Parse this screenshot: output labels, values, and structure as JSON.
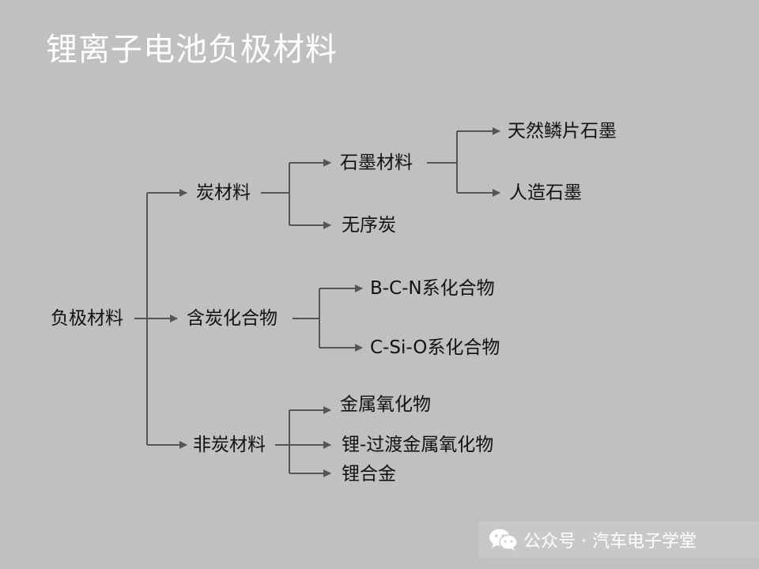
{
  "title": "锂离子电池负极材料",
  "root": "负极材料",
  "level1": [
    "炭材料",
    "含炭化合物",
    "非炭材料"
  ],
  "carbon_children": [
    "石墨材料",
    "无序炭"
  ],
  "graphite_children": [
    "天然鳞片石墨",
    "人造石墨"
  ],
  "compound_children": [
    "B-C-N系化合物",
    "C-Si-O系化合物"
  ],
  "noncarbon_children": [
    "金属氧化物",
    "锂-过渡金属氧化物",
    "锂合金"
  ],
  "watermark": {
    "text": "公众号 · 汽车电子学堂",
    "icon": "wechat-icon"
  },
  "colors": {
    "background": "#c0c0c0",
    "title": "#ffffff",
    "line": "#555555"
  }
}
